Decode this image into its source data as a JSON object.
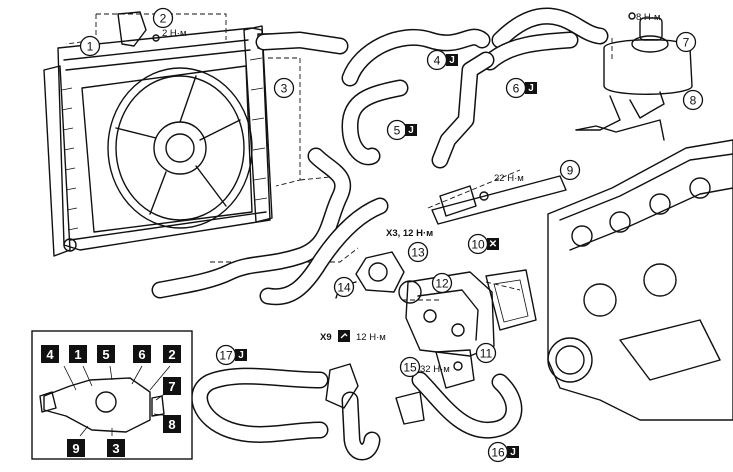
{
  "callouts": [
    {
      "num": "1"
    },
    {
      "num": "2"
    },
    {
      "num": "3"
    },
    {
      "num": "4"
    },
    {
      "num": "5"
    },
    {
      "num": "6"
    },
    {
      "num": "7"
    },
    {
      "num": "8"
    },
    {
      "num": "9"
    },
    {
      "num": "10"
    },
    {
      "num": "11"
    },
    {
      "num": "12"
    },
    {
      "num": "13"
    },
    {
      "num": "14"
    },
    {
      "num": "15"
    },
    {
      "num": "16"
    },
    {
      "num": "17"
    }
  ],
  "torque_notes": {
    "radiator_sensor": "2 Н·м",
    "tank_screw": "8 Н·м",
    "pipe_bolt": "22 Н·м",
    "thermostat_x3": "X3, 12 Н·м",
    "housing_x9_prefix": "X9",
    "housing_x9_value": "12 Н·м",
    "bracket": "32 Н·м"
  },
  "badges": {
    "hose_clip": "J",
    "replace": "✕"
  },
  "inset": {
    "top_labels": [
      "4",
      "1",
      "5",
      "6",
      "2"
    ],
    "right_labels": [
      "7",
      "8"
    ],
    "bottom_labels": [
      "9",
      "3"
    ]
  }
}
